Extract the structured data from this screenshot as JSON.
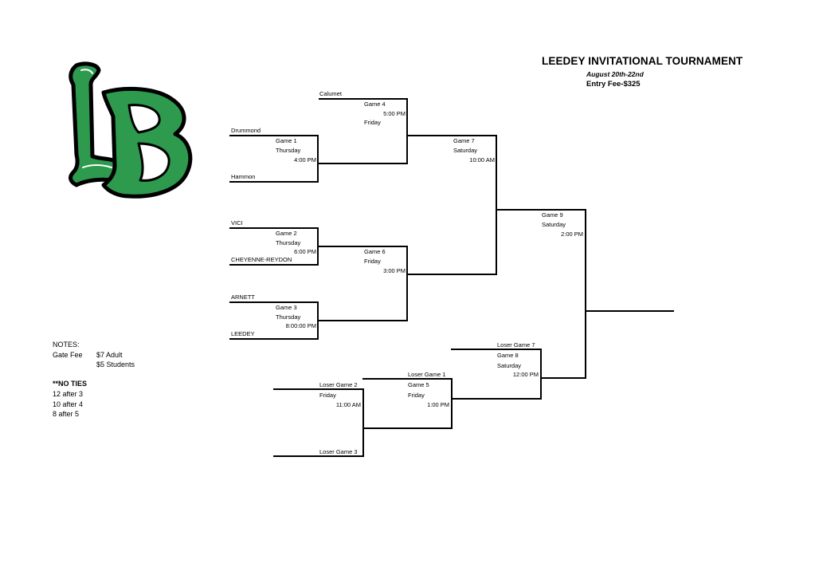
{
  "header": {
    "title": "LEEDEY INVITATIONAL TOURNAMENT",
    "dates": "August 20th-22nd",
    "entry_fee": "Entry Fee-$325"
  },
  "logo": {
    "icon": "lb-monogram-logo",
    "colors": {
      "green": "#2e9a4e",
      "outline": "#000000",
      "inner": "#ffffff"
    }
  },
  "teams": {
    "calumet": "Calumet",
    "drummond": "Drummond",
    "hammon": "Hammon",
    "vici": "VICI",
    "cheyenne": "CHEYENNE-REYDON",
    "arnett": "ARNETT",
    "leedey": "LEEDEY"
  },
  "games": {
    "g1": {
      "name": "Game 1",
      "day": "Thursday",
      "time": "4:00 PM"
    },
    "g2": {
      "name": "Game 2",
      "day": "Thursday",
      "time": "6:00 PM"
    },
    "g3": {
      "name": "Game 3",
      "day": "Thursday",
      "time": "8:00:00 PM"
    },
    "g4": {
      "name": "Game 4",
      "day": "Friday",
      "time": "5:00 PM"
    },
    "g5": {
      "name": "Game 5",
      "day": "Friday",
      "time": "1:00 PM"
    },
    "g6": {
      "name": "Game 6",
      "day": "Friday",
      "time": "3:00 PM"
    },
    "g7": {
      "name": "Game 7",
      "day": "Saturday",
      "time": "10:00 AM"
    },
    "g8": {
      "name": "Game 8",
      "day": "Saturday",
      "time": "12:00 PM"
    },
    "g9": {
      "name": "Game 9",
      "day": "Saturday",
      "time": "2:00 PM"
    }
  },
  "losers": {
    "lg1": "Loser Game 1",
    "lg2": "Loser Game 2",
    "lg3": "Loser Game 3",
    "lg7": "Loser Game 7"
  },
  "lower_game": {
    "day": "Friday",
    "time": "11:00 AM"
  },
  "notes": {
    "heading": "NOTES:",
    "gate_label": "Gate Fee",
    "adult": "$7 Adult",
    "students": "$5 Students",
    "no_ties": "**NO TIES",
    "rules": [
      "12 after 3",
      "10 after 4",
      "8 after 5"
    ]
  }
}
